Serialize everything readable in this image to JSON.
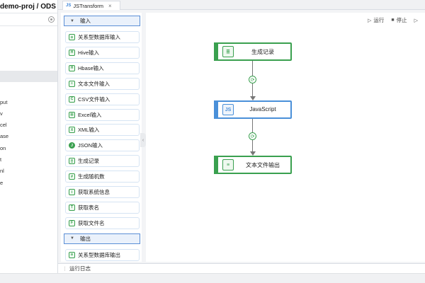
{
  "project": {
    "title": "demo-proj / ODS"
  },
  "left_tree": [
    "put",
    "v",
    "cel",
    "ase",
    "on",
    "t",
    "nl",
    "e"
  ],
  "tab": {
    "label": "JSTransform",
    "icon": "JS",
    "close": "×"
  },
  "palette": {
    "groups": [
      {
        "label": "输入",
        "expanded": true,
        "items": [
          {
            "label": "关系型数据库输入",
            "icon": "db-icon",
            "glyph": "⊙"
          },
          {
            "label": "Hive输入",
            "icon": "hive-icon",
            "glyph": "H"
          },
          {
            "label": "Hbase输入",
            "icon": "hbase-icon",
            "glyph": "H"
          },
          {
            "label": "文本文件输入",
            "icon": "text-file-icon",
            "glyph": "≡"
          },
          {
            "label": "CSV文件输入",
            "icon": "csv-file-icon",
            "glyph": "C"
          },
          {
            "label": "Excel输入",
            "icon": "excel-icon",
            "glyph": "▦"
          },
          {
            "label": "XML输入",
            "icon": "xml-icon",
            "glyph": "X"
          },
          {
            "label": "JSON输入",
            "icon": "json-icon",
            "glyph": "J"
          },
          {
            "label": "生成记录",
            "icon": "generate-records-icon",
            "glyph": "≣"
          },
          {
            "label": "生成随机数",
            "icon": "random-number-icon",
            "glyph": "#"
          },
          {
            "label": "获取系统信息",
            "icon": "system-info-icon",
            "glyph": "i"
          },
          {
            "label": "获取表名",
            "icon": "table-name-icon",
            "glyph": "T"
          },
          {
            "label": "获取文件名",
            "icon": "file-name-icon",
            "glyph": "F"
          }
        ]
      },
      {
        "label": "输出",
        "expanded": true,
        "items": [
          {
            "label": "关系型数据库输出",
            "icon": "db-output-icon",
            "glyph": "⊙"
          }
        ]
      }
    ]
  },
  "toolbar": {
    "run_label": "运行",
    "run_icon": "▷",
    "stop_label": "停止",
    "stop_icon": "■",
    "more_icon": "▷"
  },
  "flow": {
    "nodes": [
      {
        "label": "生成记录",
        "icon": "generate-records-icon",
        "glyph": "≣",
        "color": "#3aa04f"
      },
      {
        "label": "JavaScript",
        "icon": "javascript-icon",
        "glyph": "JS",
        "color": "#4a90d9"
      },
      {
        "label": "文本文件输出",
        "icon": "text-file-output-icon",
        "glyph": "≡",
        "color": "#3aa04f"
      }
    ],
    "connector_glyph": "⟳"
  },
  "log": {
    "label": "运行日志"
  },
  "colors": {
    "accent_green": "#3aa04f",
    "accent_blue": "#4a90d9",
    "header_blue": "#5b8fd6"
  }
}
